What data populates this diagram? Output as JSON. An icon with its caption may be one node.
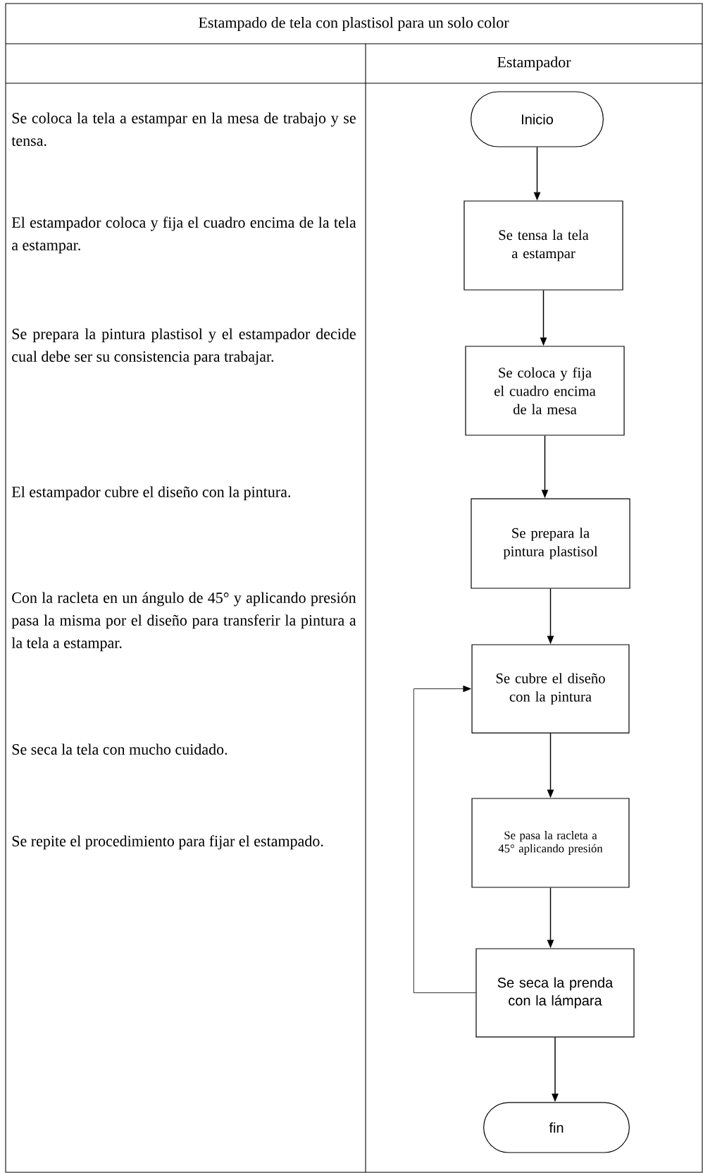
{
  "diagram": {
    "title": "Estampado de tela con plastisol para un solo color",
    "nodes": [
      {
        "text": [
          "Inicio"
        ]
      },
      {
        "text": [
          "Se tensa la tela a estampar"
        ]
      },
      {
        "text": [
          "Se coloca y fija el cuadro encima de la mesa"
        ]
      },
      {
        "text": [
          "Se prepara la pintura plastisol"
        ]
      },
      {
        "text": [
          "Se cubre el diseño con la pintura"
        ]
      },
      {
        "text": [
          "Se pasa la racleta a 45° aplicando presión"
        ]
      },
      {
        "text": [
          "Se seca la prenda con la lámpara"
        ]
      },
      {
        "text": [
          "fin"
        ]
      }
    ],
    "edges": [
      {
        "from": 0,
        "to": 1,
        "arrow": "to"
      },
      {
        "from": 1,
        "to": 2,
        "arrow": "to"
      },
      {
        "from": 2,
        "to": 3,
        "arrow": "to"
      },
      {
        "from": 3,
        "to": 4,
        "arrow": "to"
      },
      {
        "from": 4,
        "to": 5,
        "arrow": "to"
      },
      {
        "from": 5,
        "to": 6,
        "arrow": "to"
      },
      {
        "from": 6,
        "to": 7,
        "arrow": "to"
      },
      {
        "from": 6,
        "to": 4,
        "arrow": "to"
      }
    ],
    "labels": [
      "Estampador",
      "Se coloca la tela a estampar en la mesa de trabajo y se tensa.",
      "El estampador coloca y fija el cuadro encima de la tela a estampar.",
      "Se prepara la pintura plastisol y el estampador decide cual debe ser su consistencia para trabajar.",
      "El estampador cubre el diseño con la pintura.",
      "Con la racleta en un ángulo de 45° y aplicando presión pasa la misma por el diseño para transferir la pintura a la tela a estampar.",
      "Se seca la tela con mucho cuidado.",
      "Se repite el procedimiento para fijar el estampado."
    ]
  }
}
